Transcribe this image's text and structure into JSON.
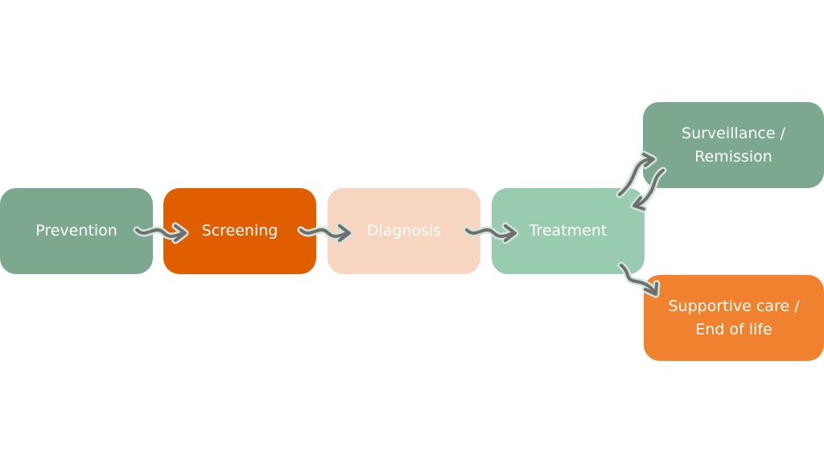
{
  "diagram": {
    "nodes": [
      {
        "id": "prevention",
        "label": "Prevention",
        "fill": "#7ba88f",
        "text_color": "#ffffff"
      },
      {
        "id": "screening",
        "label": "Screening",
        "fill": "#e05d00",
        "text_color": "#ffffff"
      },
      {
        "id": "diagnosis",
        "label": "Diagnosis",
        "fill": "#f8d5c0",
        "text_color": "#ffffff"
      },
      {
        "id": "treatment",
        "label": "Treatment",
        "fill": "#99cbb0",
        "text_color": "#ffffff"
      },
      {
        "id": "surveillance",
        "label": "Surveillance /\nRemission",
        "fill": "#7ba88f",
        "text_color": "#ffffff"
      },
      {
        "id": "supportive",
        "label": "Supportive care /\nEnd of life",
        "fill": "#f0812e",
        "text_color": "#ffffff"
      }
    ],
    "edges": [
      {
        "from": "prevention",
        "to": "screening"
      },
      {
        "from": "screening",
        "to": "diagnosis"
      },
      {
        "from": "diagnosis",
        "to": "treatment"
      },
      {
        "from": "treatment",
        "to": "surveillance"
      },
      {
        "from": "surveillance",
        "to": "treatment"
      },
      {
        "from": "treatment",
        "to": "supportive"
      }
    ],
    "arrow_color": "#6f6f6f",
    "arrow_halo_color": "#cfe6dc"
  }
}
